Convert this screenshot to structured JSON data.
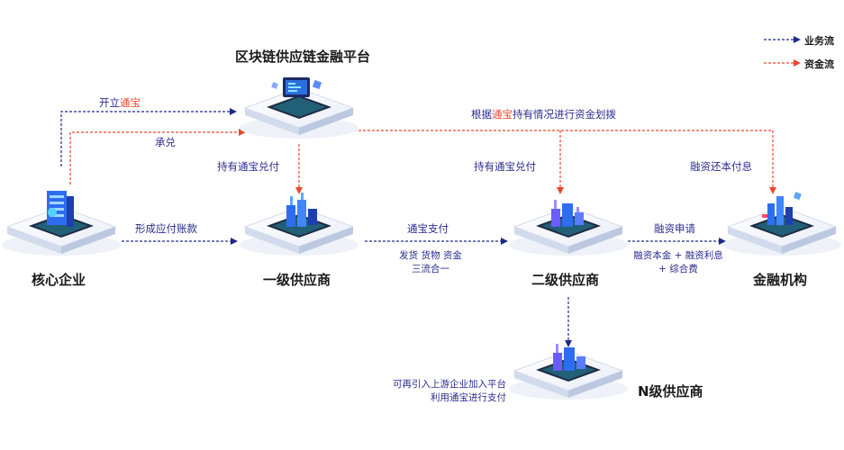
{
  "title": "区块链供应链金融平台",
  "legend": {
    "business_flow": "业务流",
    "capital_flow": "资金流"
  },
  "colors": {
    "business": "#1f2a8a",
    "capital": "#e8472f"
  },
  "nodes": {
    "core": "核心企业",
    "tier1": "一级供应商",
    "tier2": "二级供应商",
    "finance": "金融机构",
    "tierN": "N级供应商"
  },
  "edges": {
    "open_prefix": "开立",
    "open_hl": "通宝",
    "accept": "承兑",
    "allocate_prefix": "根据",
    "allocate_hl": "通宝",
    "allocate_suffix": "持有情况进行资金划拨",
    "hold1": "持有通宝兑付",
    "hold2": "持有通宝兑付",
    "repay": "融资还本付息",
    "payable": "形成应付账款",
    "pay": "通宝支付",
    "three_line1": "发货 货物 资金",
    "three_line2": "三流合一",
    "apply": "融资申请",
    "principal_line1": "融资本金 + 融资利息",
    "principal_line2": "+ 综合费"
  },
  "note": {
    "line1": "可再引入上游企业加入平台",
    "line2": "利用通宝进行支付"
  },
  "icons": [
    "blockchain-platform-icon",
    "server-stack-icon",
    "factory-icon",
    "factory-icon",
    "bank-building-icon",
    "factory-icon"
  ]
}
